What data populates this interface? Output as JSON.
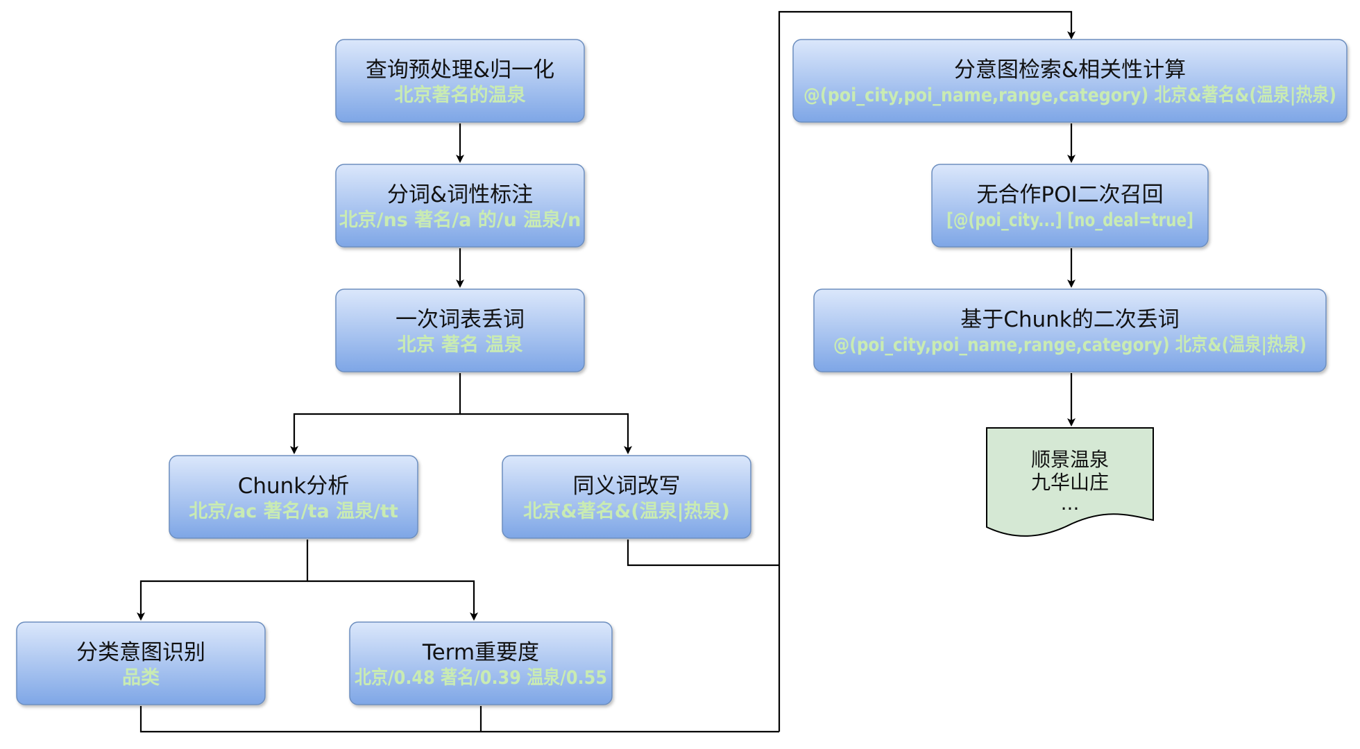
{
  "nodes": {
    "preprocess": {
      "title": "查询预处理&归一化",
      "subtitle": "北京著名的温泉"
    },
    "segment": {
      "title": "分词&词性标注",
      "subtitle": "北京/ns 著名/a 的/u 温泉/n"
    },
    "drop1": {
      "title": "一次词表丢词",
      "subtitle": "北京 著名 温泉"
    },
    "chunk": {
      "title": "Chunk分析",
      "subtitle": "北京/ac 著名/ta 温泉/tt"
    },
    "synonym": {
      "title": "同义词改写",
      "subtitle": "北京&著名&(温泉|热泉)"
    },
    "intent": {
      "title": "分类意图识别",
      "subtitle": "品类"
    },
    "term": {
      "title": "Term重要度",
      "subtitle": "北京/0.48 著名/0.39 温泉/0.55"
    },
    "retrieve": {
      "title": "分意图检索&相关性计算",
      "subtitle": "@(poi_city,poi_name,range,category) 北京&著名&(温泉|热泉)"
    },
    "recall2": {
      "title": "无合作POI二次召回",
      "subtitle": "[@(poi_city...] [no_deal=true]"
    },
    "drop2": {
      "title": "基于Chunk的二次丢词",
      "subtitle": "@(poi_city,poi_name,range,category) 北京&(温泉|热泉)"
    }
  },
  "result": {
    "lines": [
      "顺景温泉",
      "九华山庄",
      "..."
    ]
  },
  "colors": {
    "box_top": "#dbe7fb",
    "box_bottom": "#7ea6e6",
    "box_stroke": "#6c8ebf",
    "subtitle": "#c9ebb3",
    "result_fill": "#d5e8d4"
  }
}
